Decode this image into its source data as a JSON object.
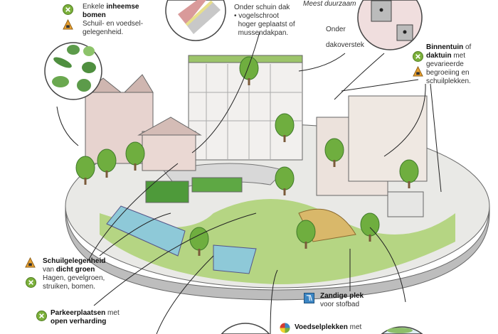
{
  "labels": {
    "trees": {
      "pre": "Enkele ",
      "bold1": "inheemse",
      "bold2": "bomen",
      "line2": "Schuil- en voedsel-",
      "line3": "gelegenheid."
    },
    "roof": {
      "title": "Onder schuin dak",
      "bullet": "•",
      "l1": "vogelschroot",
      "l2": "hoger geplaatst of",
      "l3": "mussendakpan."
    },
    "most_sustainable": "Meest duurzaam",
    "eaves": {
      "l1": "Onder",
      "l2": "dakoverstek"
    },
    "garden": {
      "b1": "Binnentuin",
      "t1": " of",
      "b2": "daktuin",
      "t2": " met",
      "l3": "gevarieerde",
      "l4": "begroeiing en",
      "l5": "schuilplekken."
    },
    "shelter": {
      "b1": "Schuilgelegenheid",
      "t2": "van ",
      "b2": "dicht groen",
      "l3": "Hagen, gevelgroen,",
      "l4": "struiken, bomen."
    },
    "parking": {
      "b1": "Parkeerplaatsen",
      "t1": " met",
      "b2": "open verharding"
    },
    "sand": {
      "b1": "Zandige plek",
      "l2": "voor stofbad"
    },
    "food": {
      "b1": "Voedselplekken",
      "t1": " met"
    }
  },
  "icons": {
    "food_icon": "fork-knife-icon",
    "shelter_icon": "shelter-triangle-icon",
    "sand_icon": "dust-bath-icon",
    "food_places_icon": "four-color-circle-icon"
  },
  "colors": {
    "green": "#7bb03a",
    "orange": "#e8a030",
    "blue": "#3c86c4",
    "grass": "#8cc152"
  }
}
